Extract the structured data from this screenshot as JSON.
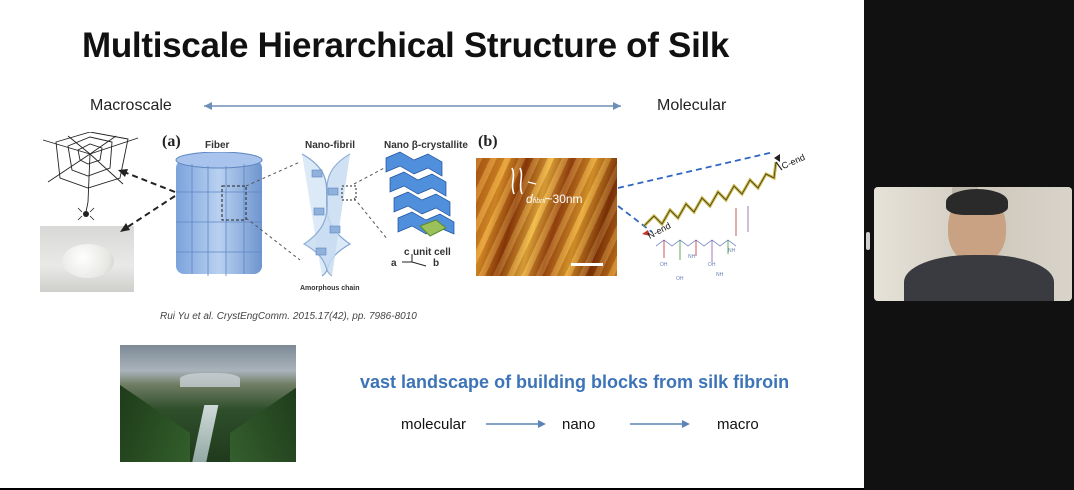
{
  "slide": {
    "title": "Multiscale Hierarchical Structure of Silk",
    "scale_left": "Macroscale",
    "scale_right": "Molecular",
    "panel_a": "(a)",
    "panel_b": "(b)",
    "fig_labels": {
      "fiber": "Fiber",
      "nanofibril": "Nano-fibril",
      "crystallite": "Nano β-crystallite",
      "amorphous": "Amorphous chain",
      "unit_cell": "unit cell",
      "axis_c": "c",
      "axis_a": "a",
      "axis_b": "b",
      "fibril_d": "d",
      "fibril_sub": "fibril",
      "fibril_val": "~30nm",
      "n_end": "N-end",
      "c_end": "C-end"
    },
    "citation": "Rui Yu et al. CrystEngComm. 2015.17(42), pp. 7986-8010",
    "tagline": "vast landscape of building blocks from silk fibroin",
    "flow": [
      "molecular",
      "nano",
      "macro"
    ]
  },
  "colors": {
    "accent": "#3d74b7",
    "sidebar": "#111111",
    "background": "#ffffff"
  },
  "icons": [
    "spider-web-icon",
    "cocoon-image",
    "landscape-image",
    "webcam-video"
  ]
}
